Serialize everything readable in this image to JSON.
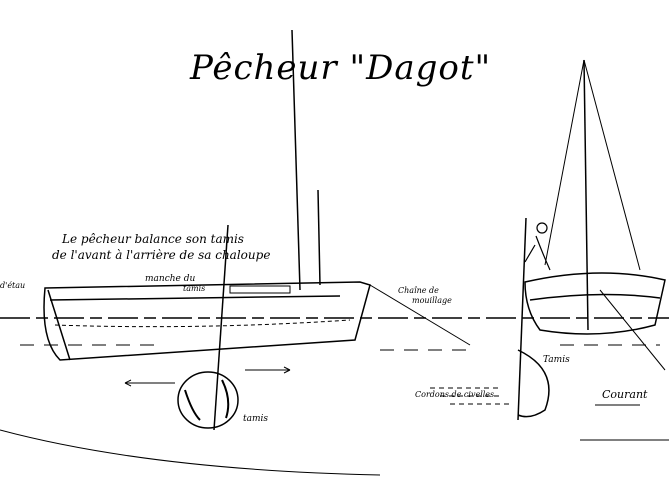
{
  "title": "Pêcheur \"Dagot\"",
  "caption_line1": "Le pêcheur balance son tamis",
  "caption_line2": "de l'avant à l'arrière de sa chaloupe",
  "labels": {
    "etau": "d'étau",
    "manche_line1": "manche du",
    "manche_line2": "tamis",
    "chaine_line1": "Chaîne de",
    "chaine_line2": "mouillage",
    "tamis_right": "Tamis",
    "cordons": "Cordons de civelles",
    "courant": "Courant",
    "tamis_left": "tamis"
  }
}
